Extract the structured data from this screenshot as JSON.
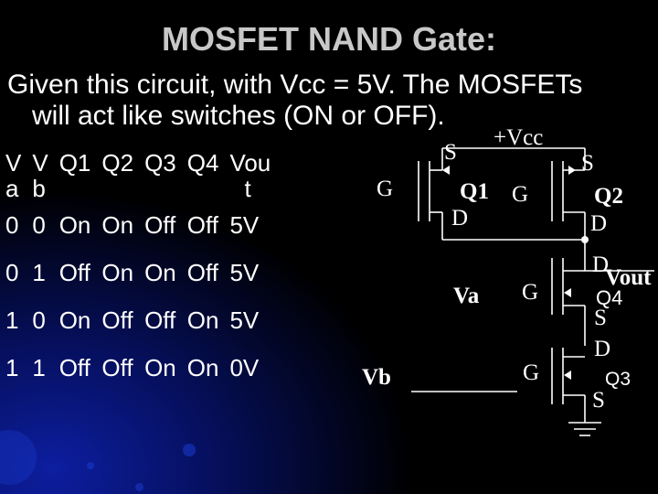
{
  "title": "MOSFET NAND Gate:",
  "intro_line1": "Given this circuit, with Vcc = 5V. The MOSFETs",
  "intro_line2": "will act like switches (ON or OFF).",
  "table": {
    "headers": [
      {
        "top": "V",
        "bottom": "a"
      },
      {
        "top": "V",
        "bottom": "b"
      },
      {
        "top": "Q1",
        "bottom": ""
      },
      {
        "top": "Q2",
        "bottom": ""
      },
      {
        "top": "Q3",
        "bottom": ""
      },
      {
        "top": "Q4",
        "bottom": ""
      },
      {
        "top": "Vou",
        "bottom": "t"
      }
    ],
    "rows": [
      [
        "0",
        "0",
        "On",
        "On",
        "Off",
        "Off",
        "5V"
      ],
      [
        "0",
        "1",
        "Off",
        "On",
        "On",
        "Off",
        "5V"
      ],
      [
        "1",
        "0",
        "On",
        "Off",
        "Off",
        "On",
        "5V"
      ],
      [
        "1",
        "1",
        "Off",
        "Off",
        "On",
        "On",
        "0V"
      ]
    ]
  },
  "circuit": {
    "vcc": "+Vcc",
    "q1": {
      "name": "Q1",
      "s": "S",
      "g": "G",
      "d": "D"
    },
    "q2": {
      "name": "Q2",
      "s": "S",
      "g": "G",
      "d": "D"
    },
    "q4": {
      "name": "Q4",
      "d": "D",
      "g": "G",
      "s": "S"
    },
    "q3": {
      "name": "Q3",
      "d": "D",
      "g": "G",
      "s": "S"
    },
    "va": "Va",
    "vb": "Vb",
    "vout": "Vout",
    "ground_icon": "ground-symbol-icon"
  }
}
